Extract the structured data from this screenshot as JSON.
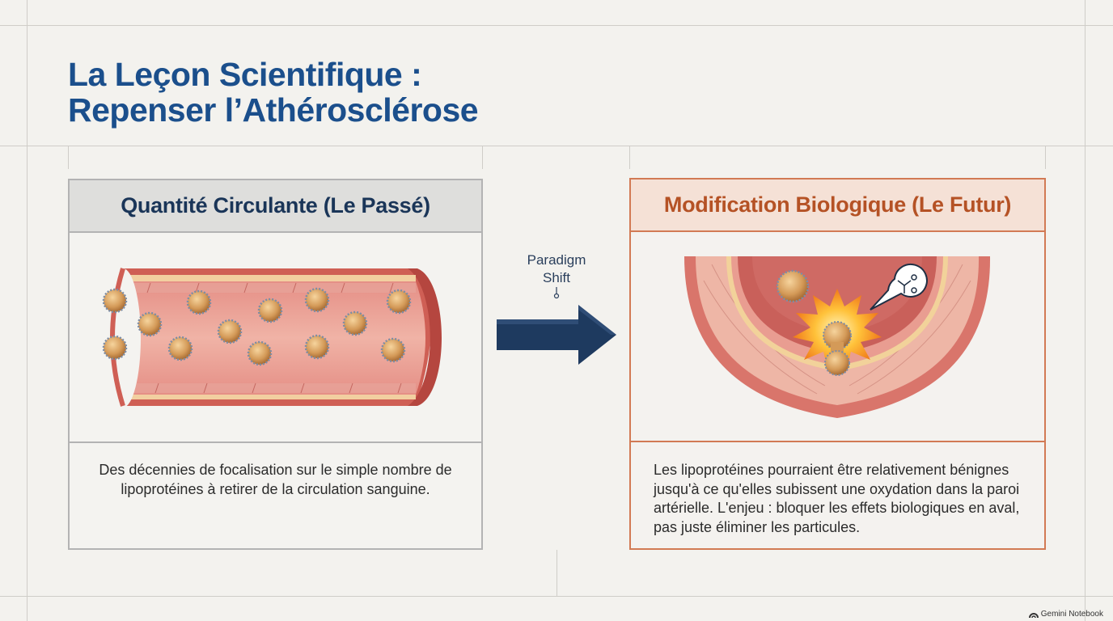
{
  "title": {
    "line1": "La Leçon Scientifique :",
    "line2": "Repenser l’Athérosclérose"
  },
  "left_panel": {
    "heading": "Quantité Circulante (Le Passé)",
    "description": "Des décennies de focalisation sur le simple nombre de lipoprotéines à retirer de la circulation sanguine."
  },
  "transition": {
    "line1": "Paradigm",
    "line2": "Shift"
  },
  "right_panel": {
    "heading": "Modification Biologique (Le Futur)",
    "description": "Les lipoprotéines pourraient être relativement bénignes jusqu'à ce qu'elles subissent une oxydation dans la paroi artérielle. L'enjeu : bloquer les effets biologiques en aval, pas juste éliminer les particules."
  },
  "footer": {
    "brand": "Gemini Notebook"
  },
  "colors": {
    "title": "#1b4f8c",
    "left_heading": "#1a3558",
    "right_heading": "#b55225",
    "right_border": "#d27a54",
    "arrow": "#1e3a5f"
  }
}
